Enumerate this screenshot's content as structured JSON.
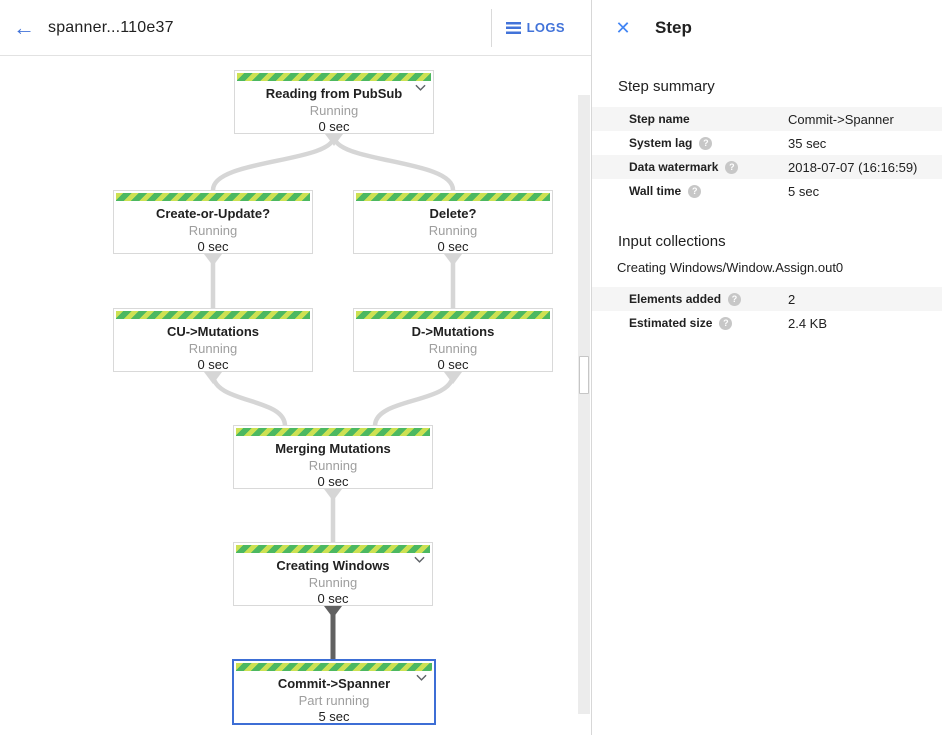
{
  "header": {
    "back_icon": "arrow-left",
    "title": "spanner...110e37",
    "logs_label": "LOGS"
  },
  "panel": {
    "close_icon": "✕",
    "title": "Step",
    "summary": {
      "heading": "Step summary",
      "rows": [
        {
          "label": "Step name",
          "value": "Commit->Spanner",
          "help": false
        },
        {
          "label": "System lag",
          "value": "35 sec",
          "help": true
        },
        {
          "label": "Data watermark",
          "value": "2018-07-07 (16:16:59)",
          "help": true
        },
        {
          "label": "Wall time",
          "value": "5 sec",
          "help": true
        }
      ]
    },
    "input_collections": {
      "heading": "Input collections",
      "collection_name": "Creating Windows/Window.Assign.out0",
      "rows": [
        {
          "label": "Elements added",
          "value": "2",
          "help": true
        },
        {
          "label": "Estimated size",
          "value": "2.4 KB",
          "help": true
        }
      ]
    }
  },
  "graph": {
    "nodes": [
      {
        "title": "Reading from PubSub",
        "status": "Running",
        "time": "0 sec",
        "expandable": true,
        "selected": false
      },
      {
        "title": "Create-or-Update?",
        "status": "Running",
        "time": "0 sec",
        "expandable": false,
        "selected": false
      },
      {
        "title": "Delete?",
        "status": "Running",
        "time": "0 sec",
        "expandable": false,
        "selected": false
      },
      {
        "title": "CU->Mutations",
        "status": "Running",
        "time": "0 sec",
        "expandable": false,
        "selected": false
      },
      {
        "title": "D->Mutations",
        "status": "Running",
        "time": "0 sec",
        "expandable": false,
        "selected": false
      },
      {
        "title": "Merging Mutations",
        "status": "Running",
        "time": "0 sec",
        "expandable": false,
        "selected": false
      },
      {
        "title": "Creating Windows",
        "status": "Running",
        "time": "0 sec",
        "expandable": true,
        "selected": false
      },
      {
        "title": "Commit->Spanner",
        "status": "Part running",
        "time": "5 sec",
        "expandable": true,
        "selected": true
      }
    ]
  },
  "colors": {
    "accent_blue": "#4273d9",
    "selected_border": "#3d6ed5",
    "stripe_light_green": "#cde153",
    "stripe_dark_green": "#4cb861",
    "edge_gray": "#d6d6d6",
    "edge_selected_gray": "#616161",
    "status_gray": "#9e9e9e",
    "row_shade": "#f5f5f5"
  }
}
